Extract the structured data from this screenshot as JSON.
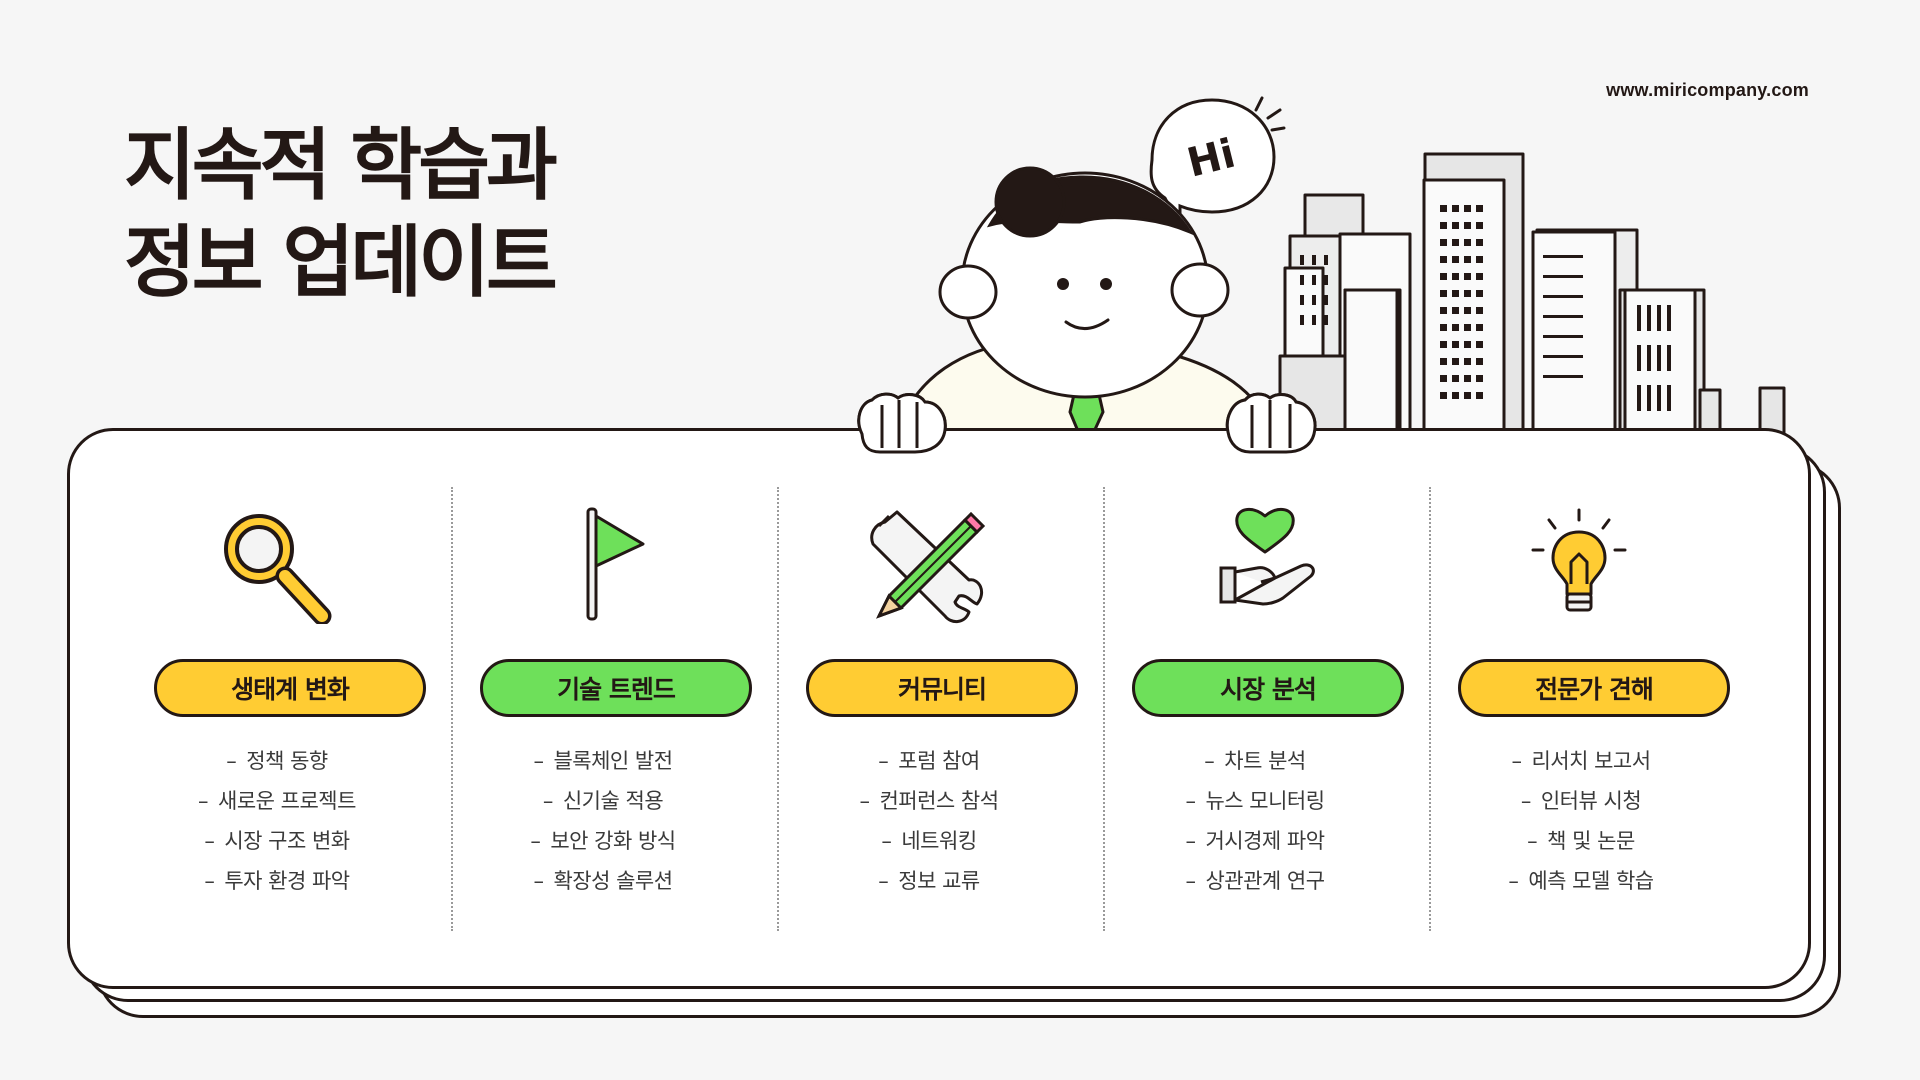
{
  "header": {
    "site_url": "www.miricompany.com",
    "title_line1": "지속적 학습과",
    "title_line2": "정보 업데이트"
  },
  "speech_bubble": {
    "text": "Hi"
  },
  "colors": {
    "yellow": "#ffcc33",
    "green": "#6ee05a",
    "ink": "#231815"
  },
  "columns": [
    {
      "icon": "magnifier-icon",
      "color": "yellow",
      "label": "생태계 변화",
      "items": [
        "정책 동향",
        "새로운 프로젝트",
        "시장 구조 변화",
        "투자 환경 파악"
      ]
    },
    {
      "icon": "flag-icon",
      "color": "green",
      "label": "기술 트렌드",
      "items": [
        "블록체인 발전",
        "신기술 적용",
        "보안 강화 방식",
        "확장성 솔루션"
      ]
    },
    {
      "icon": "wrench-pencil-icon",
      "color": "yellow",
      "label": "커뮤니티",
      "items": [
        "포럼 참여",
        "컨퍼런스 참석",
        "네트워킹",
        "정보 교류"
      ]
    },
    {
      "icon": "heart-hand-icon",
      "color": "green",
      "label": "시장 분석",
      "items": [
        "차트 분석",
        "뉴스 모니터링",
        "거시경제 파악",
        "상관관계 연구"
      ]
    },
    {
      "icon": "lightbulb-icon",
      "color": "yellow",
      "label": "전문가 견해",
      "items": [
        "리서치 보고서",
        "인터뷰 시청",
        "책 및 논문",
        "예측 모델 학습"
      ]
    }
  ]
}
